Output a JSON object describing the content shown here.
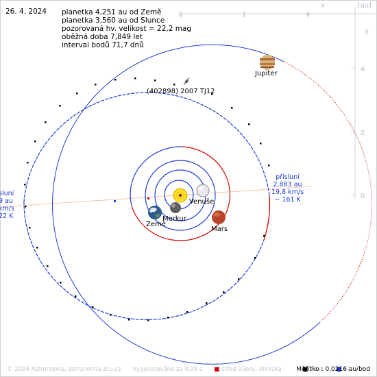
{
  "date": "26. 4. 2024",
  "info": {
    "line1": "planetka 4,251 au od Země",
    "line2": "planetka 3,560 au od Slunce",
    "line3": "pozorovaná hv. velikost = 22,2 mag",
    "line4": "oběžná doba 7,849 let",
    "line5": "interval bodů 71,7 dnů"
  },
  "axis": {
    "unit": "[au]",
    "x_name": "x",
    "y_name": "y",
    "x_ticks": [
      "0",
      "2",
      "4"
    ],
    "y_ticks": [
      "4",
      "2",
      "0"
    ]
  },
  "object_label": "(402898) 2007 TJ12",
  "planets": {
    "jupiter": "Jupiter",
    "venus": "Venuše",
    "mercury": "Merkur",
    "earth": "Země",
    "mars": "Mars"
  },
  "perihelion": {
    "title": "přísluní",
    "distance": "2,883 au",
    "speed": "19,8 km/s",
    "temp": "~ 161 K"
  },
  "aphelion": {
    "title": "sluní",
    "distance": "9 au",
    "speed": "km/s",
    "temp": "22 K"
  },
  "footer": {
    "copyright": "© 2024 Astronomia, astronomia.zcu.cz",
    "generated": "Vygenerováno za 0,09 s",
    "legend_center": "střed elipsy, ohniska",
    "legend_f1": "F1 a",
    "legend_f2": "F2",
    "scale": "Měřítko : 0,0216 au/bod"
  },
  "colors": {
    "orbit_blue": "#1e3ad8",
    "orbit_red": "#d10000",
    "axis_grey": "#b9b9c8",
    "apsis_line": "#f3c9a8"
  }
}
